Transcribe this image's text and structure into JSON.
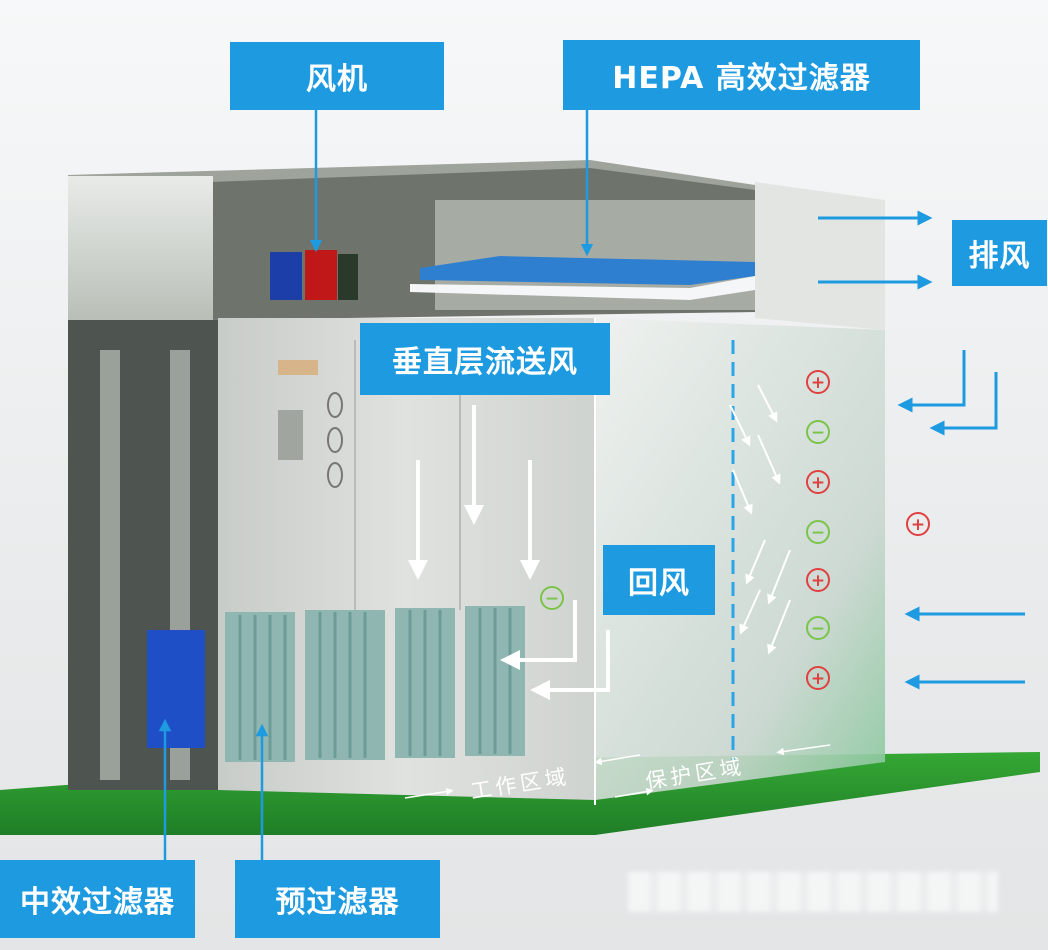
{
  "labels": {
    "fan": "风机",
    "hepa": "HEPA 高效过滤器",
    "exhaust": "排风",
    "vertical_laminar": "垂直层流送风",
    "return_air": "回风",
    "medium_filter": "中效过滤器",
    "pre_filter": "预过滤器"
  },
  "zones": {
    "work": "工作区域",
    "protect": "保护区域"
  },
  "pressure_markers": [
    "+",
    "−",
    "+",
    "−",
    "+",
    "−",
    "+",
    "+",
    "−"
  ],
  "colors": {
    "label_bg": "#1e9ae0",
    "label_text": "#ffffff",
    "floor": "#2f9a2f",
    "arrow": "#1e9ae0",
    "plus": "#e04040",
    "minus": "#7ac44a"
  }
}
